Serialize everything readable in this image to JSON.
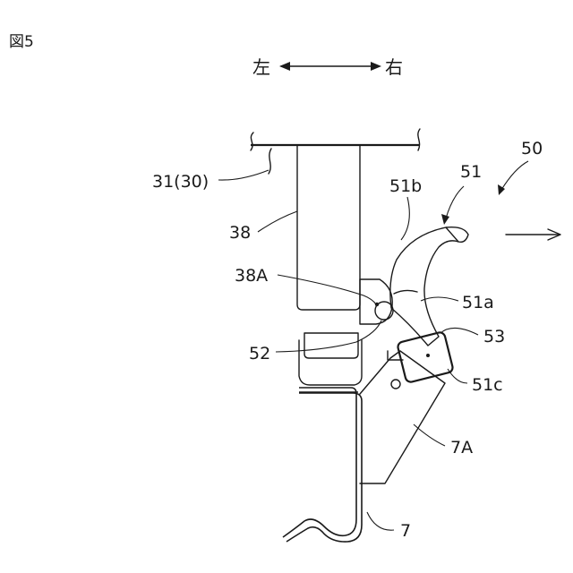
{
  "figure": {
    "title": "図5"
  },
  "direction": {
    "left": "左",
    "right": "右"
  },
  "labels": {
    "l50": "50",
    "l51": "51",
    "l51b": "51b",
    "l31": "31(30)",
    "l38": "38",
    "l38A": "38A",
    "l51a": "51a",
    "l53": "53",
    "l52": "52",
    "l51c": "51c",
    "l7A": "7A",
    "l7": "7"
  }
}
